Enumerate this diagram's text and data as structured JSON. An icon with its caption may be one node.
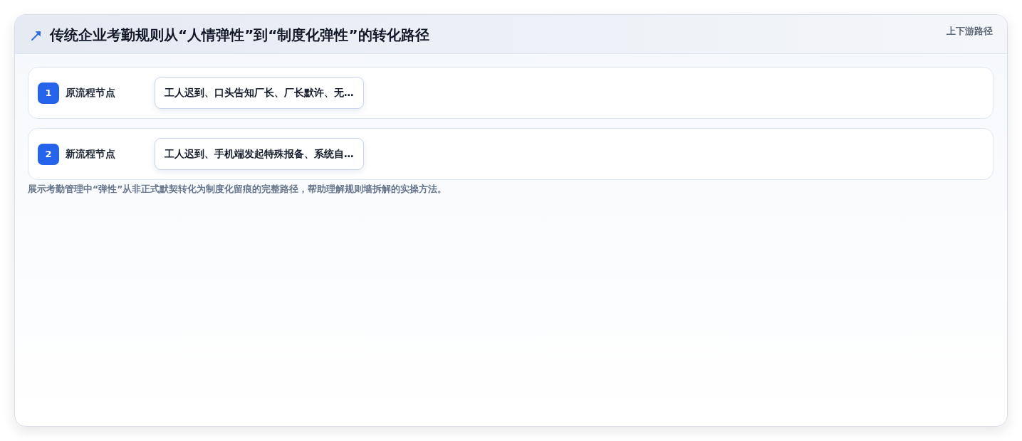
{
  "diagram": {
    "title": "传统企业考勤规则从“人情弹性”到“制度化弹性”的转化路径",
    "caption": "展示考勤管理中“弹性”从非正式默契转化为制度化留痕的完整路径，帮助理解规则墙拆解的实操方法。",
    "nodes": [
      {
        "text": [
          "原流程节点"
        ]
      },
      {
        "text": [
          "1"
        ],
        "in": 0
      },
      {
        "text": [
          "工人迟到、口头告知厂长、厂长默许、无…"
        ],
        "in": 0
      },
      {
        "text": [
          "新流程节点"
        ]
      },
      {
        "text": [
          "2"
        ],
        "in": 3
      },
      {
        "text": [
          "工人迟到、手机端发起特殊报备、系统自…"
        ],
        "in": 3
      }
    ],
    "labels": [
      "上下游路径"
    ]
  }
}
